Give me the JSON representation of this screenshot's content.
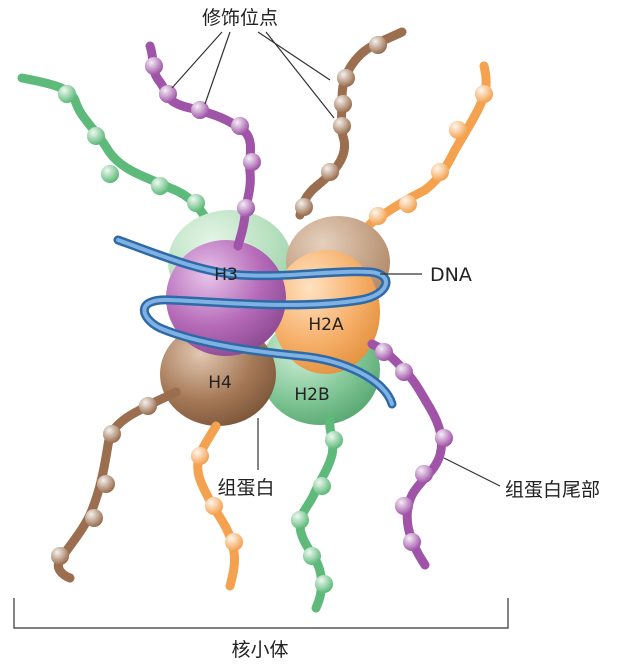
{
  "labels": {
    "modification_sites": "修饰位点",
    "dna": "DNA",
    "histone": "组蛋白",
    "histone_tail": "组蛋白尾部",
    "nucleosome": "核小体"
  },
  "histones": {
    "h3": "H3",
    "h2a": "H2A",
    "h4": "H4",
    "h2b": "H2B"
  },
  "colors": {
    "h3": "#b56ab8",
    "h2a": "#f6b06a",
    "h4": "#a67a58",
    "h2b": "#85c99a",
    "dna": "#4a86c5",
    "tail_purple": "#a054a8",
    "tail_brown": "#9a6e4e",
    "tail_green": "#5eba7a",
    "tail_orange": "#f4a24f"
  }
}
